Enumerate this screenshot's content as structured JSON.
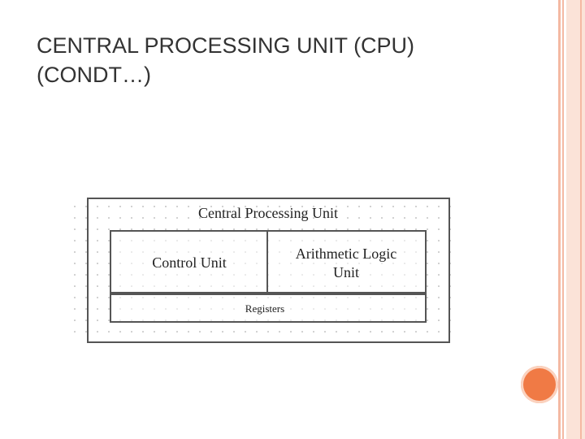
{
  "slide": {
    "title_line1": "CENTRAL PROCESSING UNIT (CPU)",
    "title_line2": "(CONDT…)"
  },
  "diagram": {
    "outer_label": "Central Processing Unit",
    "control_unit_label": "Control Unit",
    "alu_label_line1": "Arithmetic Logic",
    "alu_label_line2": "Unit",
    "registers_label": "Registers"
  },
  "colors": {
    "accent_stripe": "#f4b9a3",
    "accent_dot": "#f07a45",
    "title_text": "#333333",
    "diagram_border": "#555555"
  }
}
